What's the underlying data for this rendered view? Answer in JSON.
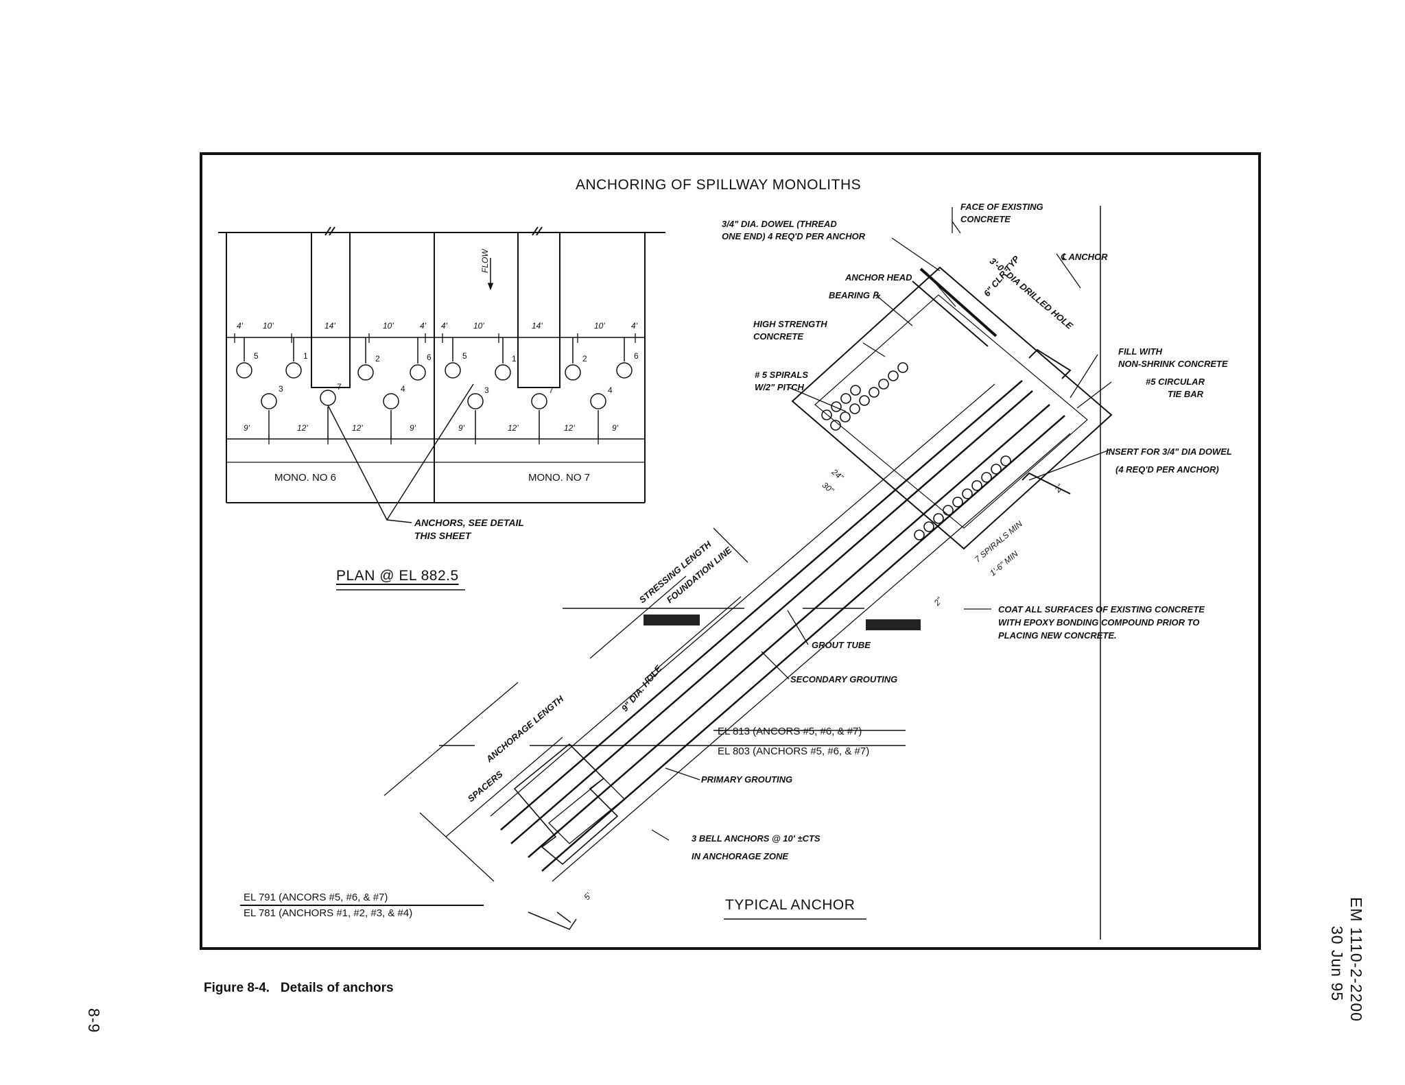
{
  "figure": {
    "title": "ANCHORING OF SPILLWAY MONOLITHS",
    "caption": "Figure 8-4.   Details of anchors"
  },
  "page": {
    "doc_number": "EM 1110-2-2200",
    "date": "30 Jun 95",
    "page_number": "8-9"
  },
  "plan": {
    "title": "PLAN @ EL 882.5",
    "flow_label": "FLOW",
    "top_dims": [
      "4'",
      "10'",
      "14'",
      "10'",
      "4'",
      "4'",
      "10'",
      "14'",
      "10'",
      "4'"
    ],
    "bottom_dims": [
      "9'",
      "12'",
      "12'",
      "9'",
      "9'",
      "12'",
      "12'",
      "9'"
    ],
    "anchor_numbers_left": [
      "5",
      "1",
      "2",
      "6",
      "3",
      "7",
      "4"
    ],
    "anchor_numbers_right": [
      "5",
      "1",
      "2",
      "6",
      "3",
      "7",
      "4"
    ],
    "mono_left": "MONO. NO 6",
    "mono_right": "MONO. NO 7",
    "anchors_note_1": "ANCHORS, SEE DETAIL",
    "anchors_note_2": "THIS SHEET"
  },
  "anchor": {
    "title": "TYPICAL ANCHOR",
    "dowel_1": "3/4\" DIA. DOWEL (THREAD",
    "dowel_2": "ONE END) 4 REQ'D PER ANCHOR",
    "face_1": "FACE OF EXISTING",
    "face_2": "CONCRETE",
    "centerline": "℄ ANCHOR",
    "anchor_head": "ANCHOR HEAD",
    "bearing": "BEARING ℞",
    "hs_1": "HIGH STRENGTH",
    "hs_2": "CONCRETE",
    "spirals_1": "# 5 SPIRALS",
    "spirals_2": "W/2\" PITCH",
    "drilled_hole": "3'-0\" DIA DRILLED HOLE",
    "clr": "6\" CLR TYP",
    "fill_1": "FILL WITH",
    "fill_2": "NON-SHRINK CONCRETE",
    "tiebar_1": "#5 CIRCULAR",
    "tiebar_2": "TIE BAR",
    "insert_1": "INSERT FOR 3/4\" DIA DOWEL",
    "insert_2": "(4 REQ'D PER ANCHOR)",
    "dim_2in": "2\"",
    "dim_24": "24\"",
    "dim_30": "30\"",
    "spirals_min": "7 SPIRALS MIN",
    "min_16": "1'-6\" MIN",
    "stressing": "STRESSING LENGTH",
    "foundation": "FOUNDATION LINE",
    "coat_1": "COAT ALL SURFACES OF EXISTING CONCRETE",
    "coat_2": "WITH EPOXY BONDING COMPOUND PRIOR TO",
    "coat_3": "PLACING NEW CONCRETE.",
    "grout_tube": "GROUT TUBE",
    "secondary": "SECONDARY GROUTING",
    "dia_hole": "9\" DIA. HOLE",
    "anchorage": "ANCHORAGE LENGTH",
    "spacers": "SPACERS",
    "el_813": "EL 813 (ANCORS #5, #6, & #7)",
    "el_803": "EL 803 (ANCHORS #5, #6, & #7)",
    "primary": "PRIMARY GROUTING",
    "bell_1": "3 BELL ANCHORS @ 10' ±CTS",
    "bell_2": "IN ANCHORAGE ZONE",
    "dim_5": "5'",
    "el_791": "EL 791 (ANCORS #5, #6, & #7)",
    "el_781": "EL 781 (ANCHORS #1, #2, #3, & #4)"
  }
}
